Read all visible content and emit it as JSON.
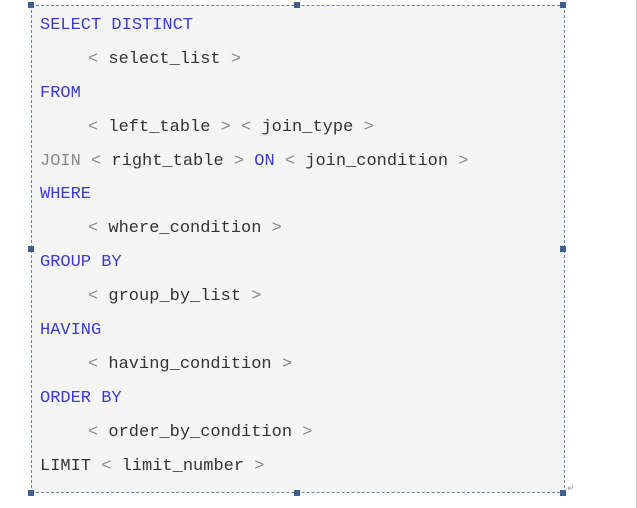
{
  "code": {
    "line1": {
      "kw": "SELECT DISTINCT"
    },
    "line2": {
      "open": "<",
      "ident": "select_list",
      "close": ">"
    },
    "line3": {
      "kw": "FROM"
    },
    "line4": {
      "open1": "<",
      "ident1": "left_table",
      "close1": ">",
      "open2": "<",
      "ident2": "join_type",
      "close2": ">"
    },
    "line5": {
      "kw1": "JOIN",
      "open1": "<",
      "ident1": "right_table",
      "close1": ">",
      "kw2": "ON",
      "open2": "<",
      "ident2": "join_condition",
      "close2": ">"
    },
    "line6": {
      "kw": "WHERE"
    },
    "line7": {
      "open": "<",
      "ident": "where_condition",
      "close": ">"
    },
    "line8": {
      "kw": "GROUP BY"
    },
    "line9": {
      "open": "<",
      "ident": "group_by_list",
      "close": ">"
    },
    "line10": {
      "kw": "HAVING"
    },
    "line11": {
      "open": "<",
      "ident": "having_condition",
      "close": ">"
    },
    "line12": {
      "kw": "ORDER BY"
    },
    "line13": {
      "open": "<",
      "ident": "order_by_condition",
      "close": ">"
    },
    "line14": {
      "kw": "LIMIT",
      "open": "<",
      "ident": "limit_number",
      "close": ">"
    }
  },
  "colors": {
    "keyword": "#3a3ad0",
    "muted": "#8a8a8a",
    "text": "#333333",
    "box_background": "#f5f5f5",
    "selection_border": "#6b86b3",
    "handle": "#3f5f8f"
  },
  "paragraph_mark": "↵"
}
